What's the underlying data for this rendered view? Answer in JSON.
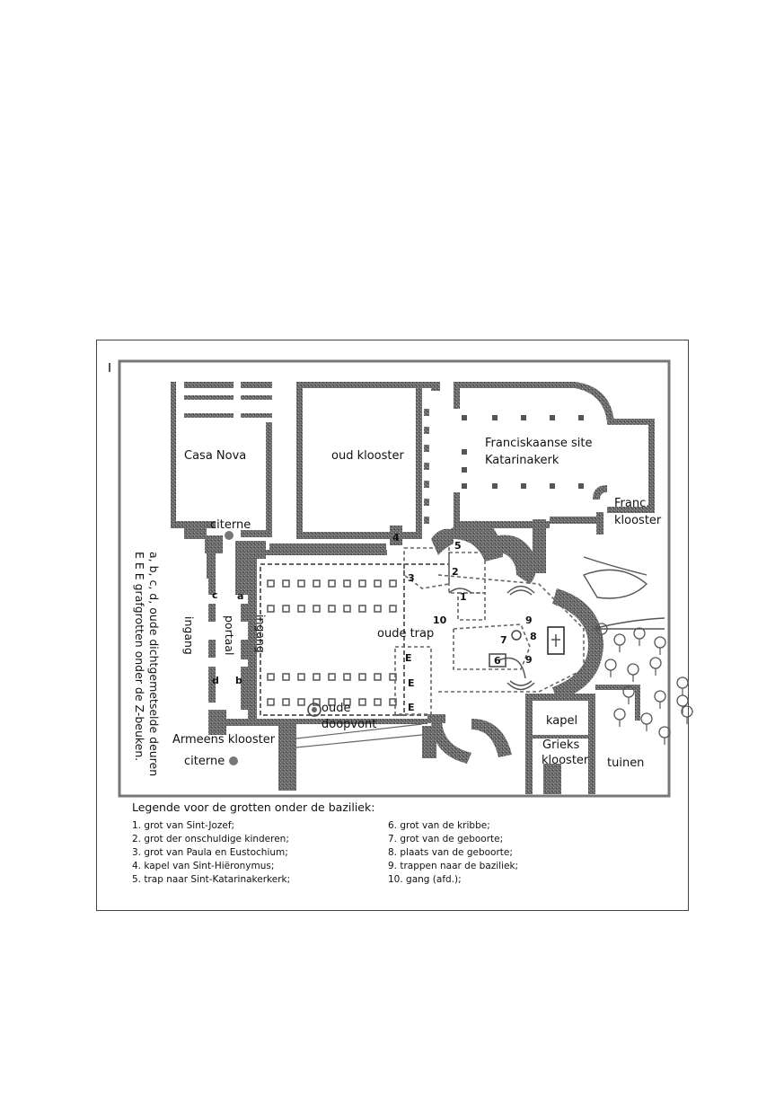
{
  "map": {
    "labels": {
      "casa_nova": "Casa Nova",
      "oud_klooster": "oud klooster",
      "franciskaanse_site_1": "Franciskaanse site",
      "franciskaanse_site_2": "Katarinakerk",
      "franc_klooster_1": "Franc.",
      "franc_klooster_2": "klooster",
      "citerne_top": "citerne",
      "citerne_bottom": "citerne",
      "ingang_left": "ingang",
      "portaal": "portaal",
      "ingang_right": "ingang",
      "oude_trap": "oude trap",
      "oude_doopvont_1": "oude",
      "oude_doopvont_2": "doopvont",
      "armeens_klooster": "Armeens klooster",
      "kapel": "kapel",
      "grieks_klooster_1": "Grieks",
      "grieks_klooster_2": "klooster",
      "tuinen": "tuinen"
    },
    "markers": {
      "n1": "1",
      "n2": "2",
      "n3": "3",
      "n4": "4",
      "n5": "5",
      "n6": "6",
      "n7": "7",
      "n8": "8",
      "n9a": "9",
      "n9b": "9",
      "n10": "10",
      "a": "a",
      "b": "b",
      "c": "c",
      "d": "d",
      "e1": "E",
      "e2": "E",
      "e3": "E"
    },
    "side_note": {
      "line1": "a, b, c, d, oude dichtgemetselde deuren",
      "line2": "E E E grafgrotten onder de Z-beuken."
    }
  },
  "legend": {
    "title": "Legende voor de grotten onder de baziliek:",
    "left": [
      "1. grot van Sint-Jozef;",
      "2. grot der onschuldige kinderen;",
      "3. grot van Paula en Eustochium;",
      "4. kapel van Sint-Hiëronymus;",
      "5. trap naar Sint-Katarinakerkerk;"
    ],
    "right": [
      "6. grot van de kribbe;",
      "7. grot van de geboorte;",
      "8. plaats van de geboorte;",
      "9. trappen naar de baziliek;",
      "10. gang (afd.);"
    ]
  }
}
